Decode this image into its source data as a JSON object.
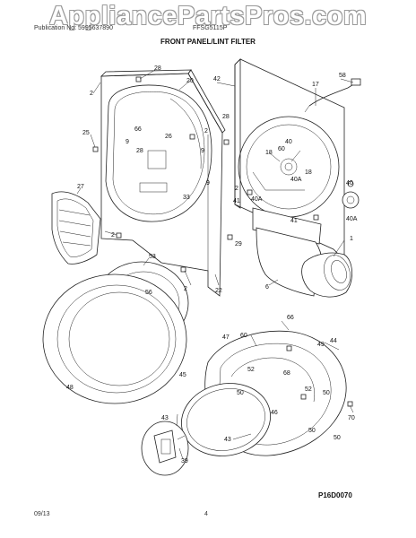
{
  "watermark": "AppliancePartsPros.com",
  "header": {
    "publication": "Publication No: 5995637890",
    "model": "FFSG5115P",
    "title": "FRONT PANEL/LINT FILTER"
  },
  "footer": {
    "date": "09/13",
    "page": "4",
    "diagram_code": "P16D0070"
  },
  "callouts": {
    "c28a": "28",
    "c2a": "2",
    "c20": "20",
    "c42": "42",
    "c17": "17",
    "c58": "58",
    "c28b": "28",
    "c25": "25",
    "c66": "66",
    "c2b": "2",
    "c26": "26",
    "c9a": "9",
    "c28c": "28",
    "c9b": "9",
    "c9c": "9",
    "c33": "33",
    "c18a": "18",
    "c60a": "60",
    "c40a": "40",
    "c18b": "18",
    "c40b": "40",
    "c40Aa": "40A",
    "c2c": "2",
    "c41a": "41",
    "c40Ab": "40A",
    "c27": "27",
    "c2d": "2",
    "c29": "29",
    "c41b": "41",
    "c40Ac": "40A",
    "c1": "1",
    "c53": "53",
    "c56": "56",
    "c6": "6",
    "c2e": "2",
    "c22": "22",
    "c66b": "66",
    "c47": "47",
    "c60b": "60",
    "c49": "49",
    "c44": "44",
    "c52a": "52",
    "c68": "68",
    "c48": "48",
    "c45": "45",
    "c50a": "50",
    "c52b": "52",
    "c50b": "50",
    "c46": "46",
    "c70": "70",
    "c43a": "43",
    "c50c": "50",
    "c50d": "50",
    "c43b": "43",
    "c39": "39"
  }
}
